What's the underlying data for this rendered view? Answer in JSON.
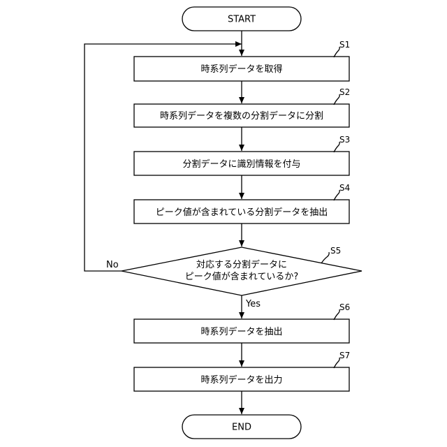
{
  "flowchart": {
    "start": "START",
    "end": "END",
    "steps": [
      {
        "id": "S1",
        "text": "時系列データを取得"
      },
      {
        "id": "S2",
        "text": "時系列データを複数の分割データに分割"
      },
      {
        "id": "S3",
        "text": "分割データに識別情報を付与"
      },
      {
        "id": "S4",
        "text": "ピーク値が含まれている分割データを抽出"
      },
      {
        "id": "S6",
        "text": "時系列データを抽出"
      },
      {
        "id": "S7",
        "text": "時系列データを出力"
      }
    ],
    "decision": {
      "id": "S5",
      "line1": "対応する分割データに",
      "line2": "ピーク値が含まれているか?",
      "yes": "Yes",
      "no": "No"
    }
  }
}
